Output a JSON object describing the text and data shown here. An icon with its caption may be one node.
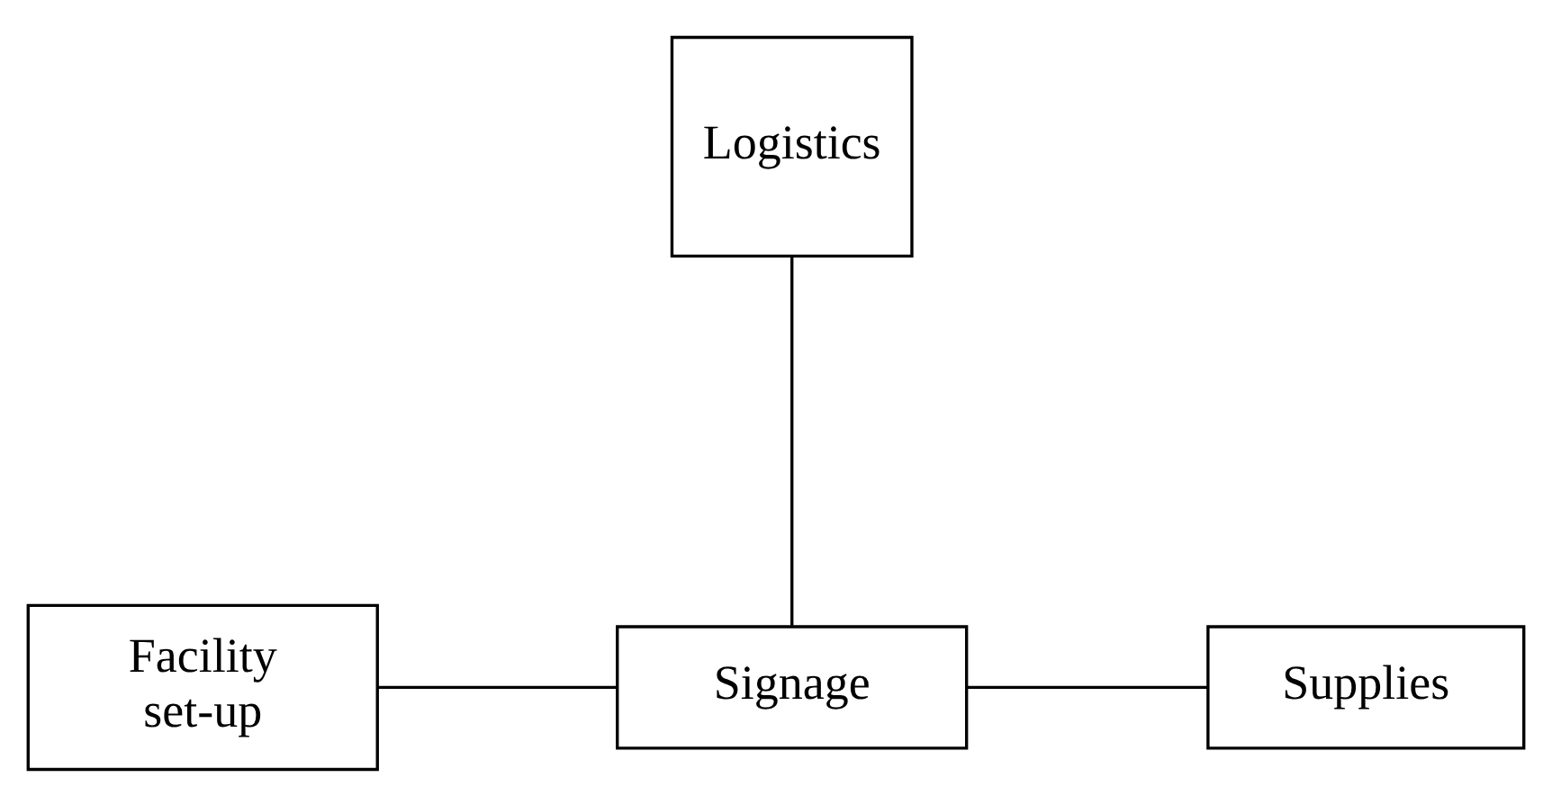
{
  "diagram": {
    "nodes": [
      {
        "text": [
          "Logistics"
        ]
      },
      {
        "text": [
          "Facility set-up"
        ]
      },
      {
        "text": [
          "Signage"
        ]
      },
      {
        "text": [
          "Supplies"
        ]
      }
    ],
    "edges": [
      {
        "from": 0,
        "to": 2,
        "arrow": "none"
      },
      {
        "from": 1,
        "to": 2,
        "arrow": "none"
      },
      {
        "from": 2,
        "to": 3,
        "arrow": "none"
      }
    ]
  }
}
